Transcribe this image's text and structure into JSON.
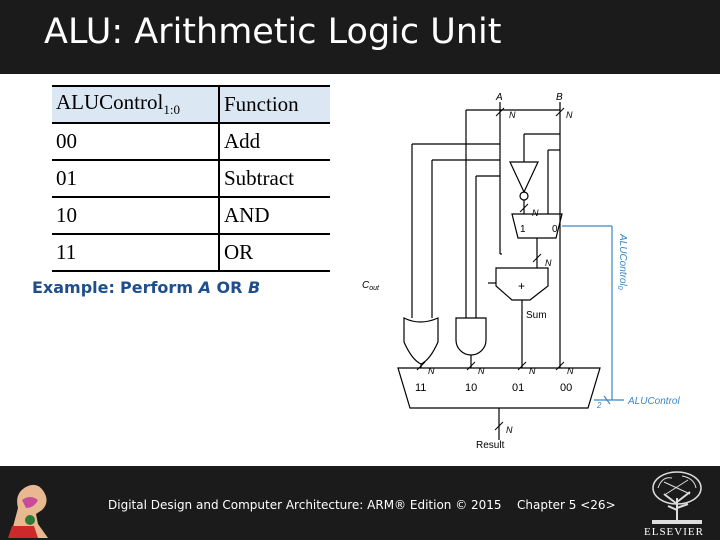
{
  "slide": {
    "title": "ALU: Arithmetic Logic Unit"
  },
  "table": {
    "header": {
      "col1": "ALUControl",
      "col1_sub": "1:0",
      "col2": "Function"
    },
    "rows": [
      {
        "code": "00",
        "func": "Add"
      },
      {
        "code": "01",
        "func": "Subtract"
      },
      {
        "code": "10",
        "func": "AND"
      },
      {
        "code": "11",
        "func": "OR"
      }
    ]
  },
  "example": {
    "label": "Example:",
    "text_pre": "Perform ",
    "op_a": "A",
    "op_word": " OR ",
    "op_b": "B"
  },
  "diagram": {
    "input_a": "A",
    "input_b": "B",
    "bus_width": "N",
    "cout": "C",
    "cout_sub": "out",
    "sum": "Sum",
    "mux_left_0": "0",
    "mux_left_1": "1",
    "mux_sel_1": "11",
    "mux_sel_2": "10",
    "mux_sel_3": "01",
    "mux_sel_4": "00",
    "alucontrol_label": "ALUControl",
    "alucontrol0_label": "ALUControl",
    "alucontrol0_sub": "0",
    "control_width": "2",
    "result": "Result",
    "plus": "+",
    "accent_color": "#3b86c6"
  },
  "footer": {
    "book": "Digital Design and Computer Architecture: ARM® Edition © 2015",
    "chapter": "Chapter 5 <26>",
    "publisher": "ELSEVIER"
  }
}
